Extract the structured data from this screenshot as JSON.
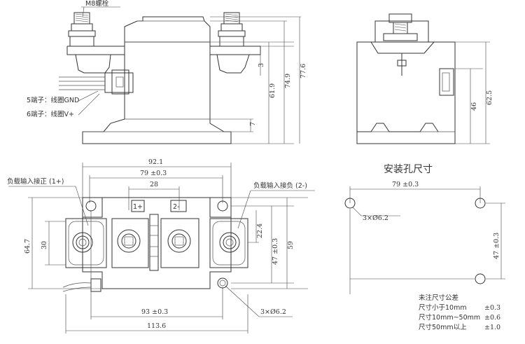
{
  "top_view": {
    "bolt_label": "M8螺栓",
    "terminal5_label": "5端子：线圈GND",
    "terminal6_label": "6端子：线圈V+",
    "dim_3": "3",
    "dim_61_9": "61.9",
    "dim_74_9": "74.9",
    "dim_77_6": "77.6",
    "dim_7": "7"
  },
  "side_view": {
    "dim_46": "46",
    "dim_62_5": "62.5"
  },
  "plan_view": {
    "dim_92_1": "92.1",
    "dim_79": "79 ±0.3",
    "dim_28": "28",
    "terminal1_mark": "1+",
    "terminal2_mark": "2-",
    "load_in_pos": "负载输入接正 (1+)",
    "load_in_neg": "负载输入接负 (2-)",
    "dim_64_7": "64.7",
    "dim_30": "30",
    "dim_22_4": "22.4",
    "dim_47": "47 ±0.3",
    "dim_59": "59",
    "dim_93": "93 ±0.3",
    "dim_113_6": "113.6",
    "holes": "3×Ø6.2"
  },
  "mounting": {
    "title": "安装孔尺寸",
    "dim_79": "79 ±0.3",
    "holes": "3×Ø6.2",
    "dim_47": "47 ±0.3"
  },
  "tolerance_note": {
    "title": "未注尺寸公差",
    "rows": [
      {
        "range": "尺寸小于10mm",
        "tol": "±0.3"
      },
      {
        "range": "尺寸10mm~50mm",
        "tol": "±0.6"
      },
      {
        "range": "尺寸50mm以上",
        "tol": "±1.0"
      }
    ]
  }
}
